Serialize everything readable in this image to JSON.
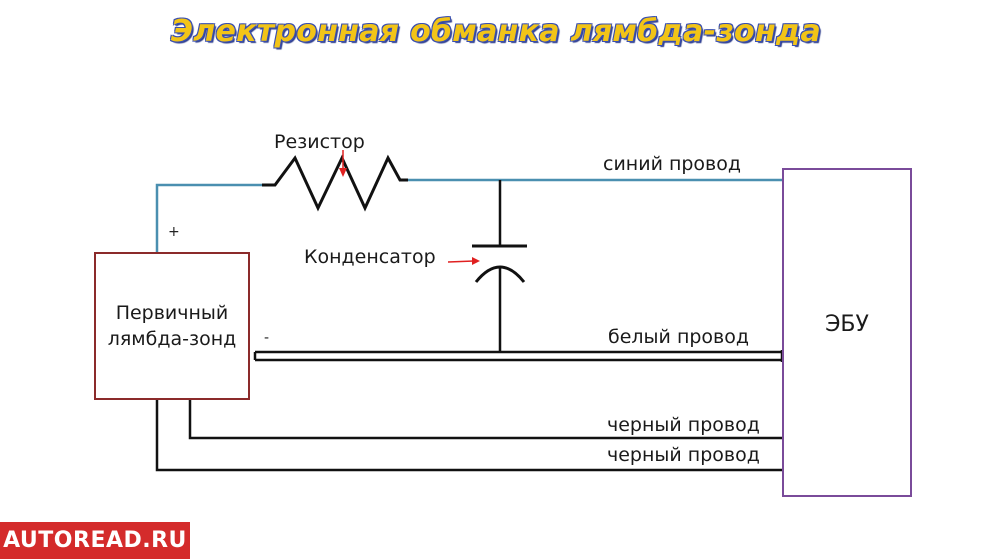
{
  "title": "Электронная обманка лямбда-зонда",
  "labels": {
    "resistor": "Резистор",
    "capacitor": "Конденсатор",
    "blue_wire": "синий провод",
    "white_wire": "белый провод",
    "black_wire_1": "черный провод",
    "black_wire_2": "черный провод",
    "plus": "+",
    "minus": "-"
  },
  "sensor": {
    "line1": "Первичный",
    "line2": "лямбда-зонд"
  },
  "ecu": {
    "label": "ЭБУ"
  },
  "watermark": "AUTOREAD.RU",
  "colors": {
    "blue_wire": "#4a8fb0",
    "white_wire": "#111111",
    "black_wire": "#111111",
    "sensor_border": "#8b2a2a",
    "ecu_border": "#7a4b9a",
    "arrow": "#e02020",
    "title_fill": "#f2c417",
    "title_outline": "#3a4fb0",
    "badge": "#d42b2b"
  }
}
